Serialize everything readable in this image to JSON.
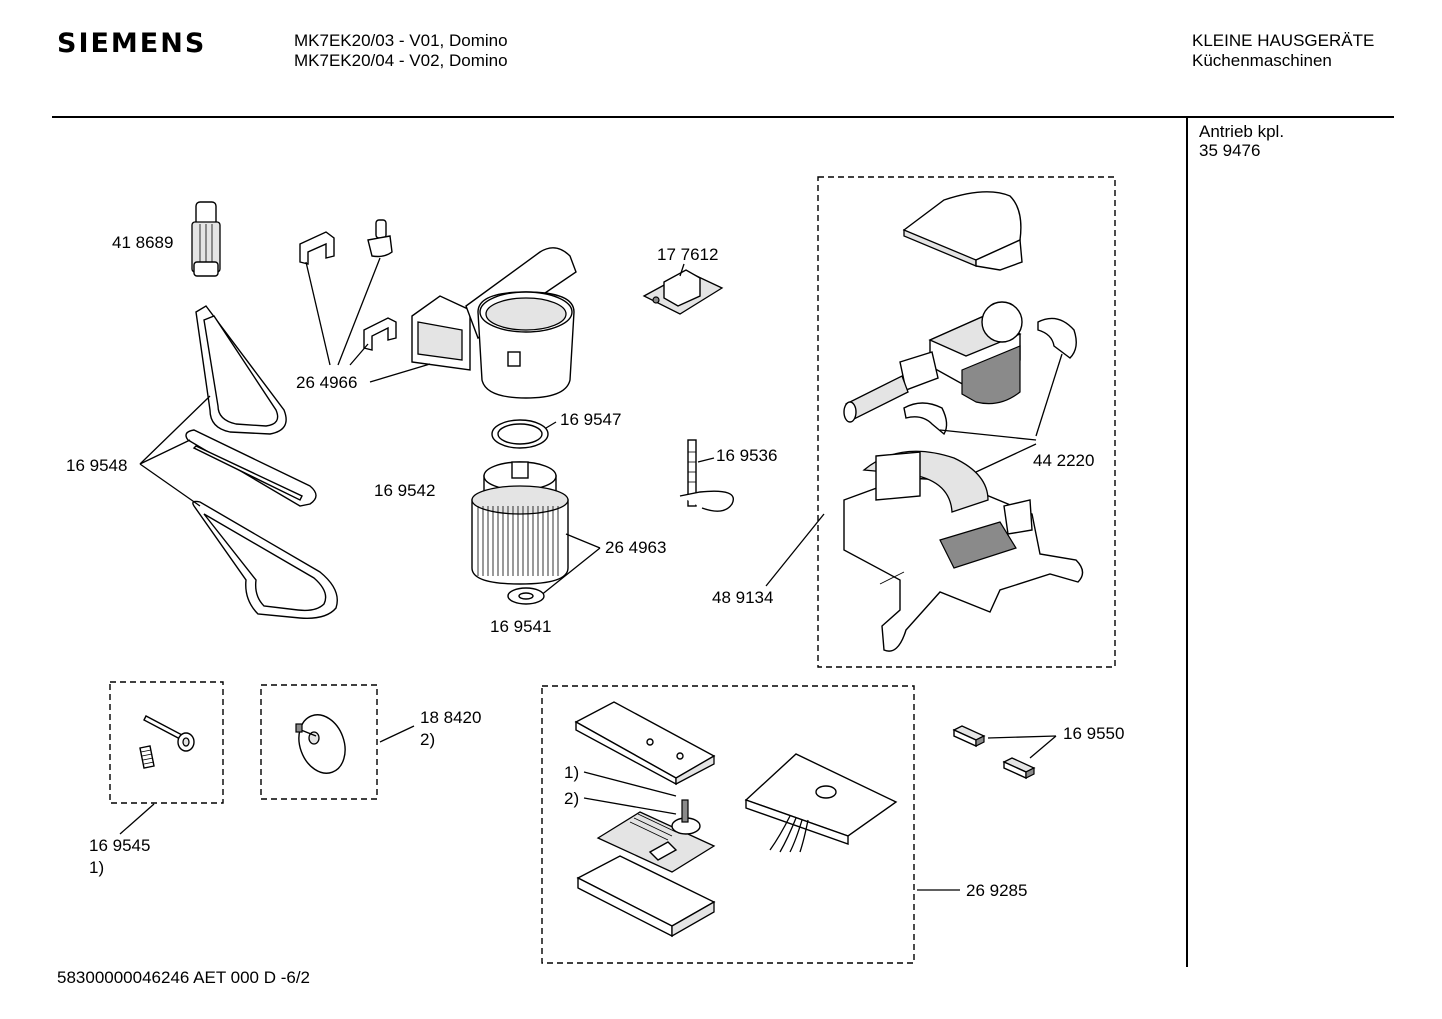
{
  "header": {
    "brand": "SIEMENS",
    "model_line_1": "MK7EK20/03 - V01, Domino",
    "model_line_2": "MK7EK20/04 - V02, Domino",
    "category_line_1": "KLEINE HAUSGERÄTE",
    "category_line_2": "Küchenmaschinen"
  },
  "assembly": {
    "name": "Antrieb kpl.",
    "number": "35 9476"
  },
  "parts": {
    "p418689": "41 8689",
    "p264966": "26 4966",
    "p177612": "17 7612",
    "p169548": "16 9548",
    "p169547": "16 9547",
    "p169542": "16 9542",
    "p264963": "26 4963",
    "p169541": "16 9541",
    "p169536": "16 9536",
    "p442220": "44 2220",
    "p489134": "48 9134",
    "p188420": "18 8420",
    "p188420_note": "2)",
    "p169550": "16 9550",
    "p169545": "16 9545",
    "p169545_note": "1)",
    "p269285": "26 9285",
    "board_note_1": "1)",
    "board_note_2": "2)"
  },
  "footer": {
    "doc_id": "58300000046246 AET 000 D -6/2"
  }
}
